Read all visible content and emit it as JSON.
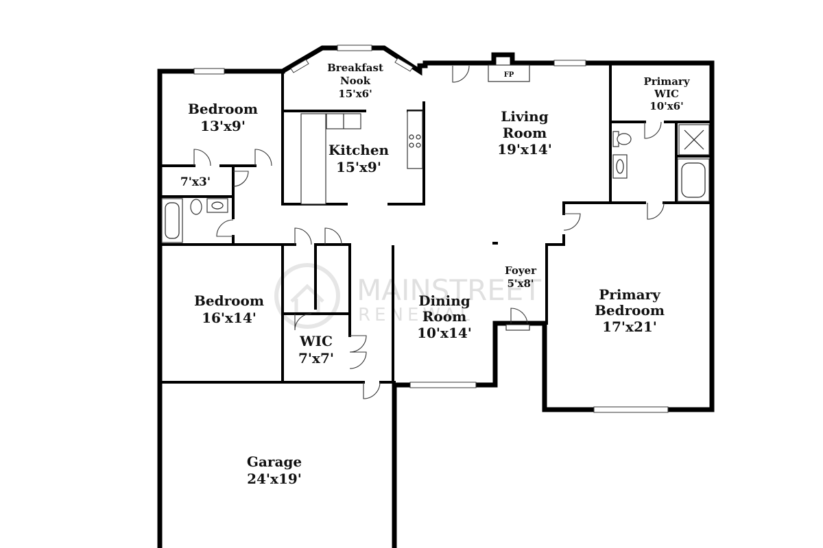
{
  "rooms": {
    "breakfast_nook": {
      "name": "Breakfast\nNook",
      "size": "15'x6'"
    },
    "bedroom_1": {
      "name": "Bedroom",
      "size": "13'x9'"
    },
    "closet_small": {
      "size": "7'x3'"
    },
    "kitchen": {
      "name": "Kitchen",
      "size": "15'x9'"
    },
    "living_room": {
      "name": "Living\nRoom",
      "size": "19'x14'"
    },
    "primary_wic": {
      "name": "Primary\nWIC",
      "size": "10'x6'"
    },
    "bedroom_2": {
      "name": "Bedroom",
      "size": "16'x14'"
    },
    "wic": {
      "name": "WIC",
      "size": "7'x7'"
    },
    "dining_room": {
      "name": "Dining\nRoom",
      "size": "10'x14'"
    },
    "foyer": {
      "name": "Foyer",
      "size": "5'x8'"
    },
    "primary_bedroom": {
      "name": "Primary\nBedroom",
      "size": "17'x21'"
    },
    "garage": {
      "name": "Garage",
      "size": "24'x19'"
    }
  },
  "fireplace": {
    "label": "FP"
  },
  "watermark": {
    "line1": "MAINSTREET",
    "line2": "RENEWAL"
  }
}
